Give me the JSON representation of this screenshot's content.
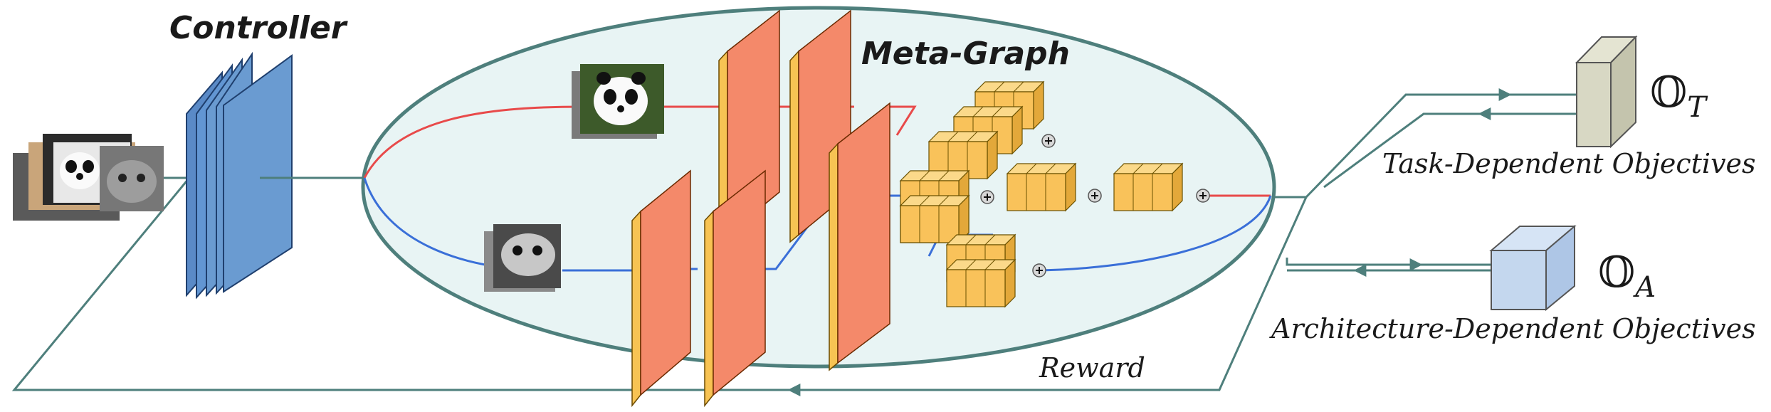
{
  "labels": {
    "controller": "Controller",
    "meta_graph": "Meta-Graph",
    "task_symbol": "𝕆",
    "task_subscript": "T",
    "arch_symbol": "𝕆",
    "arch_subscript": "A",
    "task_objectives": "Task-Dependent Objectives",
    "arch_objectives": "Architecture-Dependent Objectives",
    "reward": "Reward"
  },
  "colors": {
    "ellipse_fill": "#e8f4f4",
    "ellipse_stroke": "#4e7f7c",
    "connector": "#4e7f7c",
    "red_path": "#e84a4a",
    "blue_path": "#3a6fd8",
    "controller_blue": "#6a9bd1",
    "layer_front": "#f4896a",
    "layer_side": "#f7c353",
    "cell_yellow": "#f9c25a",
    "task_cube": "#d8d8c4",
    "arch_cube": "#c4d7ee"
  },
  "icons": [
    "panda-image-icon",
    "kitten-image-icon",
    "input-image-stack-icon",
    "add-node-icon"
  ]
}
